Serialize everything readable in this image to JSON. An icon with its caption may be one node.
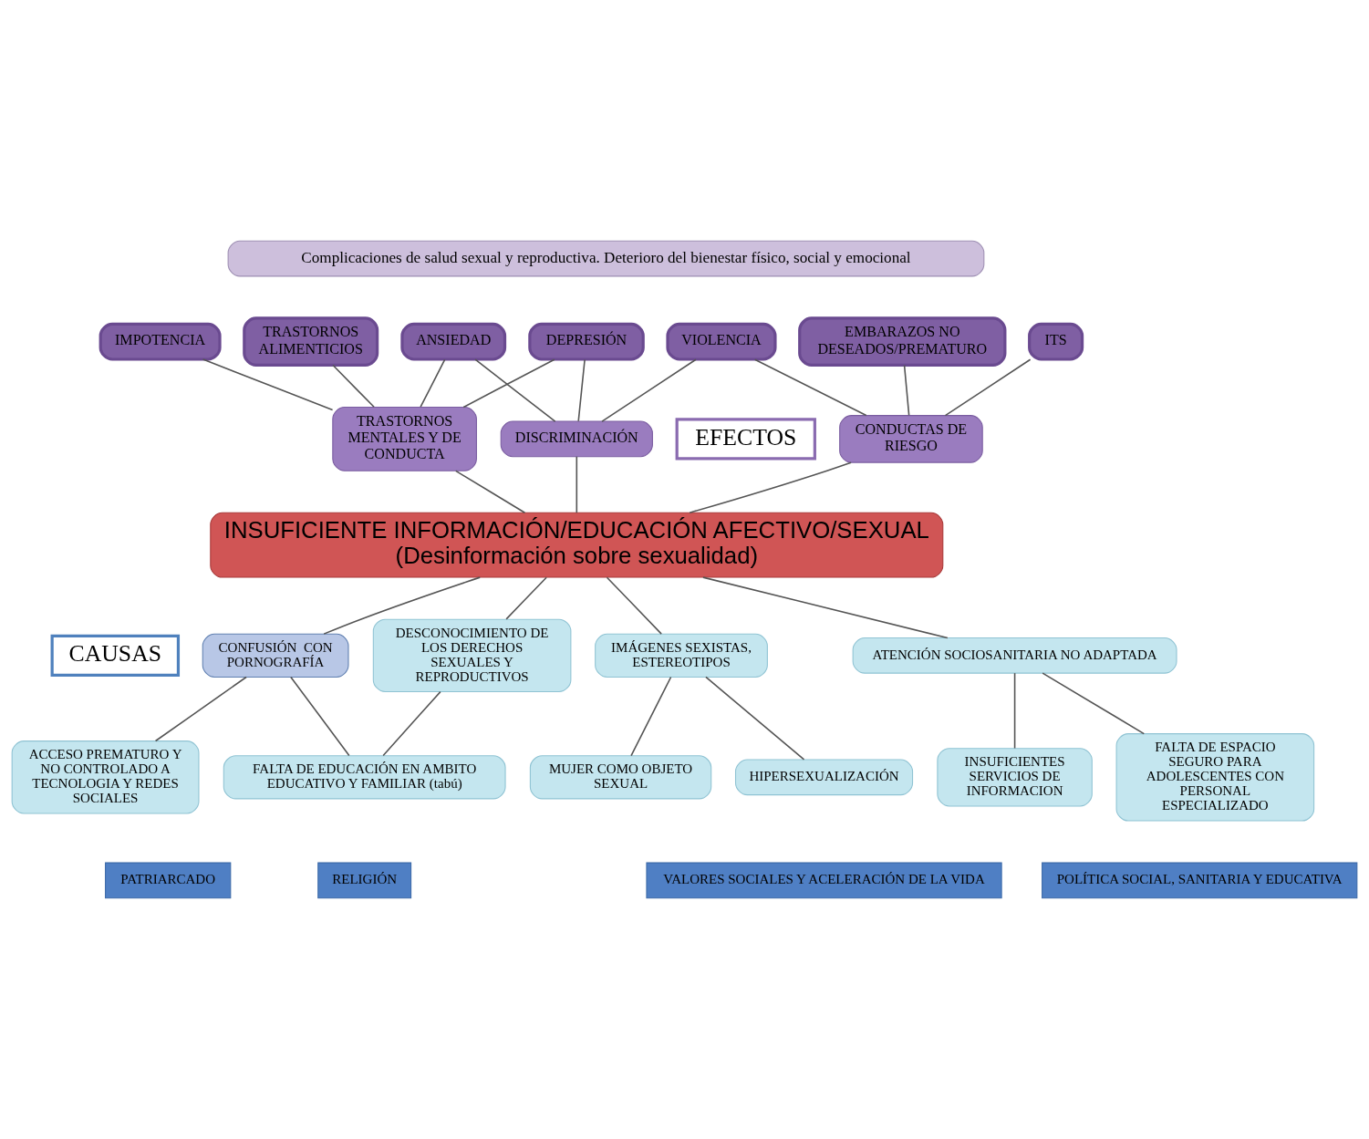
{
  "diagram": {
    "nodes": [
      {
        "text": [
          "Complicaciones de salud sexual y reproductiva. Deterioro del bienestar físico, social y emocional"
        ]
      },
      {
        "text": [
          "ITS"
        ]
      },
      {
        "text": [
          "EMBARAZOS NO DESEADOS/PREMATURO"
        ]
      },
      {
        "text": [
          "ANSIEDAD"
        ]
      },
      {
        "text": [
          "DEPRESIÓN"
        ]
      },
      {
        "text": [
          "TRASTORNOS ALIMENTICIOS"
        ]
      },
      {
        "text": [
          "IMPOTENCIA"
        ]
      },
      {
        "text": [
          "VIOLENCIA"
        ]
      },
      {
        "text": [
          "CONDUCTAS DE RIESGO"
        ]
      },
      {
        "text": [
          "DISCRIMINACIÓN"
        ]
      },
      {
        "text": [
          "TRASTORNOS MENTALES Y DE CONDUCTA"
        ]
      },
      {
        "text": [
          "EFECTOS"
        ]
      },
      {
        "text": [
          "INSUFICIENTE INFORMACIÓN/EDUCACIÓN AFECTIVO/SEXUAL",
          "(Desinformación sobre sexualidad)"
        ]
      },
      {
        "text": [
          "CAUSAS"
        ]
      },
      {
        "text": [
          "ATENCIÓN SOCIOSANITARIA NO ADAPTADA"
        ]
      },
      {
        "text": [
          "DESCONOCIMIENTO DE LOS DERECHOS SEXUALES Y REPRODUCTIVOS"
        ]
      },
      {
        "text": [
          "CONFUSIÓN  CON PORNOGRAFÍA"
        ]
      },
      {
        "text": [
          "IMÁGENES SEXISTAS, ESTEREOTIPOS"
        ]
      },
      {
        "text": [
          "INSUFICIENTES SERVICIOS DE INFORMACION"
        ]
      },
      {
        "text": [
          "FALTA DE ESPACIO SEGURO PARA ADOLESCENTES CON PERSONAL ESPECIALIZADO"
        ]
      },
      {
        "text": [
          "ACCESO PREMATURO Y NO CONTROLADO A TECNOLOGIA Y REDES SOCIALES"
        ]
      },
      {
        "text": [
          "FALTA DE EDUCACIÓN EN AMBITO EDUCATIVO Y FAMILIAR (tabú)"
        ]
      },
      {
        "text": [
          "MUJER COMO OBJETO SEXUAL"
        ]
      },
      {
        "text": [
          "HIPERSEXUALIZACIÓN"
        ]
      },
      {
        "text": [
          "PATRIARCADO"
        ]
      },
      {
        "text": [
          "RELIGIÓN"
        ]
      },
      {
        "text": [
          "VALORES SOCIALES Y ACELERACIÓN DE LA VIDA"
        ]
      },
      {
        "text": [
          "POLÍTICA SOCIAL, SANITARIA Y EDUCATIVA"
        ]
      }
    ],
    "edges": [
      {
        "from": 1,
        "to": 8,
        "arrow": "none"
      },
      {
        "from": 2,
        "to": 8,
        "arrow": "none"
      },
      {
        "from": 7,
        "to": 8,
        "arrow": "none"
      },
      {
        "from": 7,
        "to": 9,
        "arrow": "none"
      },
      {
        "from": 3,
        "to": 9,
        "arrow": "none"
      },
      {
        "from": 4,
        "to": 9,
        "arrow": "none"
      },
      {
        "from": 3,
        "to": 10,
        "arrow": "none"
      },
      {
        "from": 4,
        "to": 10,
        "arrow": "none"
      },
      {
        "from": 5,
        "to": 10,
        "arrow": "none"
      },
      {
        "from": 6,
        "to": 10,
        "arrow": "none"
      },
      {
        "from": 8,
        "to": 12,
        "arrow": "none"
      },
      {
        "from": 9,
        "to": 12,
        "arrow": "none"
      },
      {
        "from": 10,
        "to": 12,
        "arrow": "none"
      },
      {
        "from": 12,
        "to": 16,
        "arrow": "none"
      },
      {
        "from": 12,
        "to": 15,
        "arrow": "none"
      },
      {
        "from": 12,
        "to": 17,
        "arrow": "none"
      },
      {
        "from": 12,
        "to": 14,
        "arrow": "none"
      },
      {
        "from": 16,
        "to": 20,
        "arrow": "none"
      },
      {
        "from": 16,
        "to": 21,
        "arrow": "none"
      },
      {
        "from": 15,
        "to": 21,
        "arrow": "none"
      },
      {
        "from": 17,
        "to": 22,
        "arrow": "none"
      },
      {
        "from": 17,
        "to": 23,
        "arrow": "none"
      },
      {
        "from": 14,
        "to": 18,
        "arrow": "none"
      },
      {
        "from": 14,
        "to": 19,
        "arrow": "none"
      }
    ]
  }
}
